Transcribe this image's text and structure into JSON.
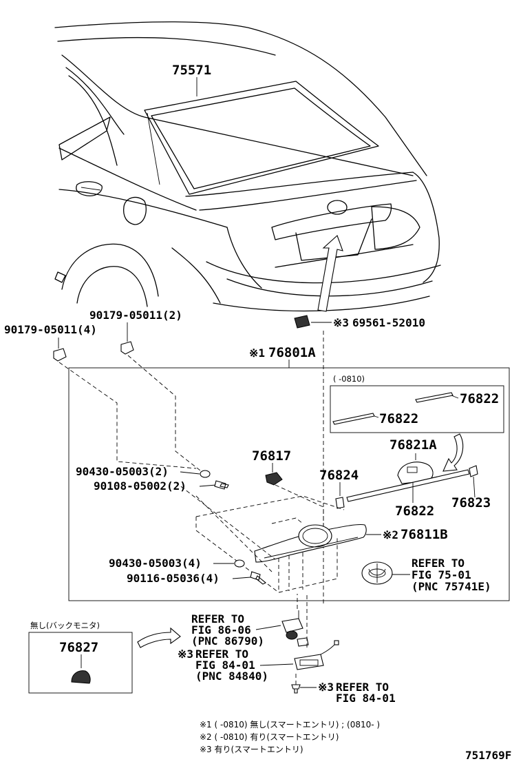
{
  "parts": {
    "p75571": "75571",
    "p69561": "69561-52010",
    "p69561_mark": "※3",
    "p90179_2": "90179-05011(2)",
    "p90179_4": "90179-05011(4)",
    "p76801A": "76801A",
    "p76801A_mark": "※1",
    "box_header": "(     -0810)",
    "p76822_top": "76822",
    "p76822_mid": "76822",
    "p76821A": "76821A",
    "p76817": "76817",
    "p76824": "76824",
    "p76822_low": "76822",
    "p76823": "76823",
    "p90430_2": "90430-05003(2)",
    "p90108_2": "90108-05002(2)",
    "p76811B": "76811B",
    "p76811B_mark": "※2",
    "p90430_4": "90430-05003(4)",
    "p90116_4": "90116-05036(4)",
    "p76827": "76827",
    "monitor_box_header": "無し(バックモニタ)"
  },
  "refs": {
    "r1_l1": "REFER TO",
    "r1_l2": "FIG 75-01",
    "r1_l3": "(PNC 75741E)",
    "r2_l1": "REFER TO",
    "r2_l2": "FIG 86-06",
    "r2_l3": "(PNC 86790)",
    "r3_mark": "※3",
    "r3_l1": "REFER TO",
    "r3_l2": "FIG 84-01",
    "r3_l3": "(PNC 84840)",
    "r4_mark": "※3",
    "r4_l1": "REFER TO",
    "r4_l2": "FIG 84-01"
  },
  "notes": {
    "n1": "※1 (      -0810) 無し(スマートエントリ) ; (0810-        )",
    "n2": "※2 (      -0810) 有り(スマートエントリ)",
    "n3": "※3 有り(スマートエントリ)"
  },
  "diagram_id": "751769F"
}
